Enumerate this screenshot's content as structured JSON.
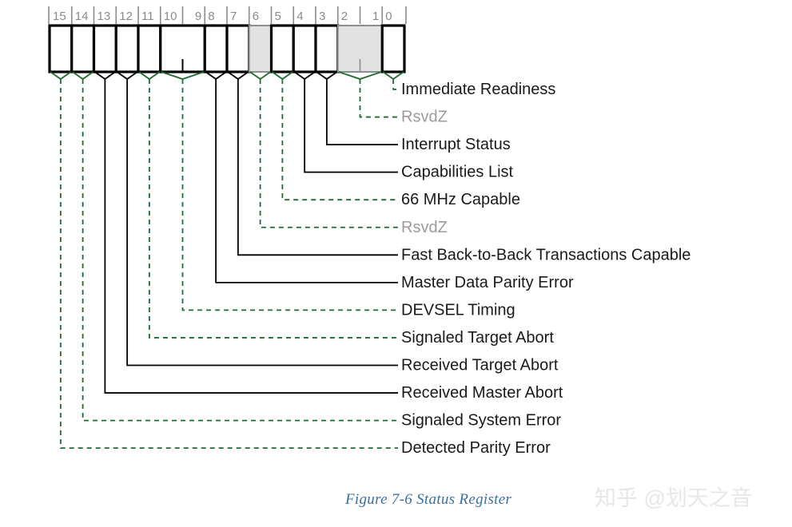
{
  "figure": {
    "caption": "Figure  7-6  Status Register",
    "watermark": "知乎 @划天之音",
    "colors": {
      "dashed_leader": "#1f6b33",
      "solid_leader": "#000000",
      "cell_border": "#000000",
      "reserved_fill": "#e2e2e2",
      "reserved_border": "#8e8e8e",
      "bit_number": "#8a8a8a",
      "label": "#1a1a1a",
      "label_reserved": "#9b9b9b",
      "caption": "#3d6f9e",
      "watermark": "#e7e7e7"
    }
  },
  "register": {
    "name": "Status Register",
    "width_bits": 16,
    "bit_numbers": [
      "15",
      "14",
      "13",
      "12",
      "11",
      "10",
      "9",
      "8",
      "7",
      "6",
      "5",
      "4",
      "3",
      "2",
      "1",
      "0"
    ],
    "fields": [
      {
        "id": "detected-parity-error",
        "label": "Detected Parity Error",
        "bit_high": 15,
        "bit_low": 15,
        "reserved": false,
        "leader": "dashed"
      },
      {
        "id": "signaled-system-error",
        "label": "Signaled System Error",
        "bit_high": 14,
        "bit_low": 14,
        "reserved": false,
        "leader": "dashed"
      },
      {
        "id": "received-master-abort",
        "label": "Received Master Abort",
        "bit_high": 13,
        "bit_low": 13,
        "reserved": false,
        "leader": "solid"
      },
      {
        "id": "received-target-abort",
        "label": "Received Target Abort",
        "bit_high": 12,
        "bit_low": 12,
        "reserved": false,
        "leader": "solid"
      },
      {
        "id": "signaled-target-abort",
        "label": "Signaled Target Abort",
        "bit_high": 11,
        "bit_low": 11,
        "reserved": false,
        "leader": "dashed"
      },
      {
        "id": "devsel-timing",
        "label": "DEVSEL Timing",
        "bit_high": 10,
        "bit_low": 9,
        "reserved": false,
        "leader": "dashed"
      },
      {
        "id": "master-data-parity-error",
        "label": "Master Data Parity Error",
        "bit_high": 8,
        "bit_low": 8,
        "reserved": false,
        "leader": "solid"
      },
      {
        "id": "fast-back-to-back",
        "label": "Fast Back-to-Back Transactions Capable",
        "bit_high": 7,
        "bit_low": 7,
        "reserved": false,
        "leader": "solid"
      },
      {
        "id": "rsvdz-6",
        "label": "RsvdZ",
        "bit_high": 6,
        "bit_low": 6,
        "reserved": true,
        "leader": "dashed"
      },
      {
        "id": "66mhz-capable",
        "label": "66 MHz Capable",
        "bit_high": 5,
        "bit_low": 5,
        "reserved": false,
        "leader": "dashed"
      },
      {
        "id": "capabilities-list",
        "label": "Capabilities List",
        "bit_high": 4,
        "bit_low": 4,
        "reserved": false,
        "leader": "solid"
      },
      {
        "id": "interrupt-status",
        "label": "Interrupt Status",
        "bit_high": 3,
        "bit_low": 3,
        "reserved": false,
        "leader": "solid"
      },
      {
        "id": "rsvdz-2-1",
        "label": "RsvdZ",
        "bit_high": 2,
        "bit_low": 1,
        "reserved": true,
        "leader": "dashed"
      },
      {
        "id": "immediate-readiness",
        "label": "Immediate Readiness",
        "bit_high": 0,
        "bit_low": 0,
        "reserved": false,
        "leader": "dashed"
      }
    ]
  }
}
